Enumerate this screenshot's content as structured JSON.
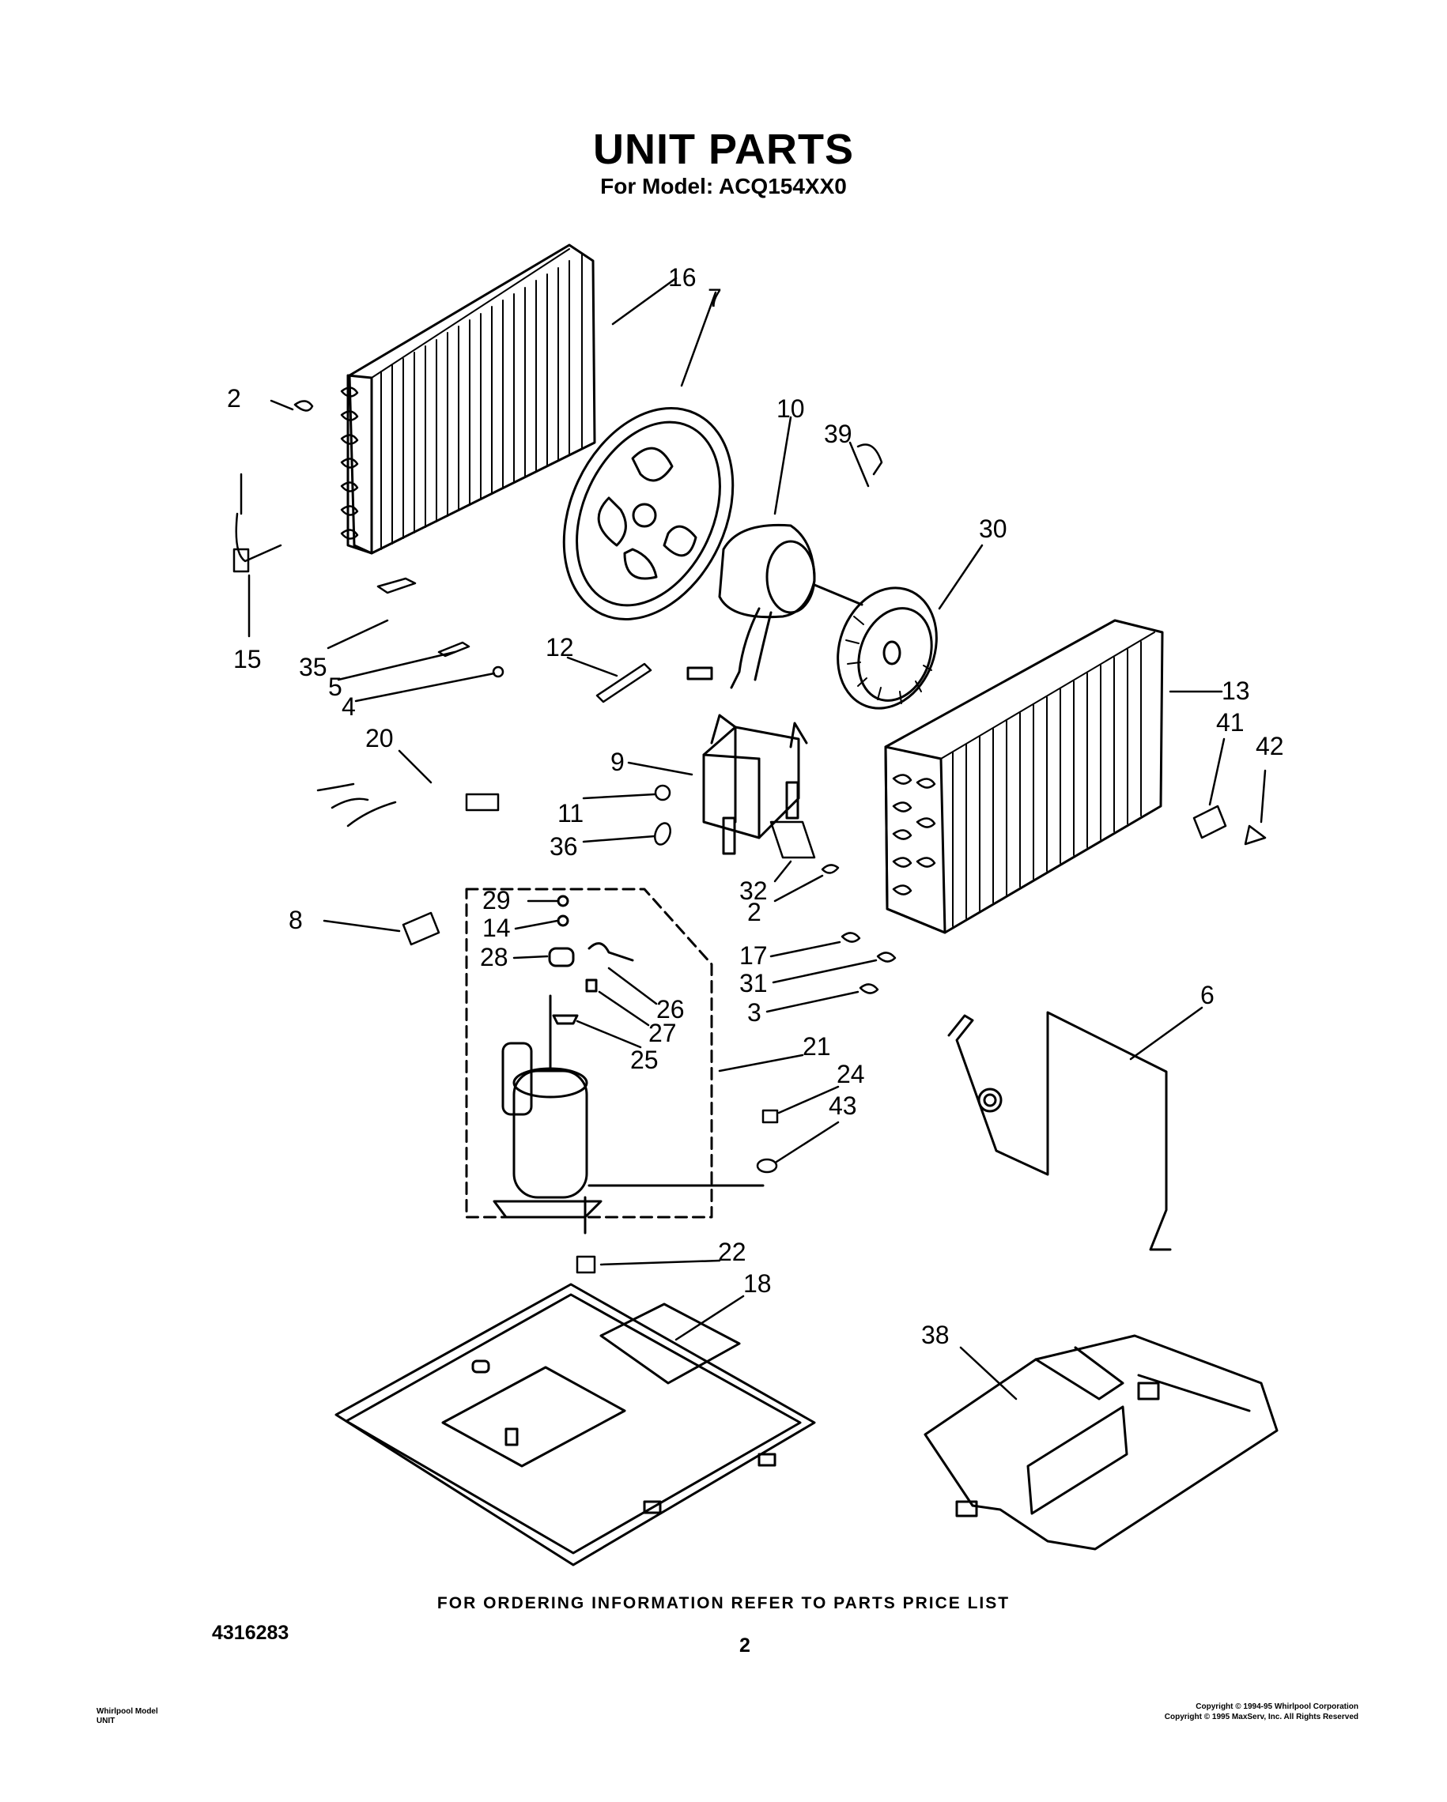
{
  "header": {
    "title": "UNIT PARTS",
    "subtitle": "For Model: ACQ154XX0"
  },
  "callouts": [
    {
      "id": "p16",
      "label": "16"
    },
    {
      "id": "p7",
      "label": "7"
    },
    {
      "id": "p2a",
      "label": "2"
    },
    {
      "id": "p10",
      "label": "10"
    },
    {
      "id": "p39",
      "label": "39"
    },
    {
      "id": "p30",
      "label": "30"
    },
    {
      "id": "p15",
      "label": "15"
    },
    {
      "id": "p35",
      "label": "35"
    },
    {
      "id": "p5",
      "label": "5"
    },
    {
      "id": "p4",
      "label": "4"
    },
    {
      "id": "p12",
      "label": "12"
    },
    {
      "id": "p13",
      "label": "13"
    },
    {
      "id": "p41",
      "label": "41"
    },
    {
      "id": "p42",
      "label": "42"
    },
    {
      "id": "p20",
      "label": "20"
    },
    {
      "id": "p9",
      "label": "9"
    },
    {
      "id": "p11",
      "label": "11"
    },
    {
      "id": "p36",
      "label": "36"
    },
    {
      "id": "p32",
      "label": "32"
    },
    {
      "id": "p2b",
      "label": "2"
    },
    {
      "id": "p29",
      "label": "29"
    },
    {
      "id": "p14",
      "label": "14"
    },
    {
      "id": "p8",
      "label": "8"
    },
    {
      "id": "p28",
      "label": "28"
    },
    {
      "id": "p17",
      "label": "17"
    },
    {
      "id": "p31",
      "label": "31"
    },
    {
      "id": "p3",
      "label": "3"
    },
    {
      "id": "p26",
      "label": "26"
    },
    {
      "id": "p27",
      "label": "27"
    },
    {
      "id": "p25",
      "label": "25"
    },
    {
      "id": "p6",
      "label": "6"
    },
    {
      "id": "p21",
      "label": "21"
    },
    {
      "id": "p24",
      "label": "24"
    },
    {
      "id": "p43",
      "label": "43"
    },
    {
      "id": "p22",
      "label": "22"
    },
    {
      "id": "p18",
      "label": "18"
    },
    {
      "id": "p38",
      "label": "38"
    }
  ],
  "footer": {
    "note": "FOR ORDERING INFORMATION REFER TO PARTS PRICE LIST",
    "doc_number": "4316283",
    "page_number": "2",
    "model_line1": "Whirlpool Model",
    "model_line2": "UNIT",
    "copyright_line1": "Copyright © 1994-95 Whirlpool Corporation",
    "copyright_line2": "Copyright © 1995 MaxServ, Inc.  All Rights Reserved"
  }
}
